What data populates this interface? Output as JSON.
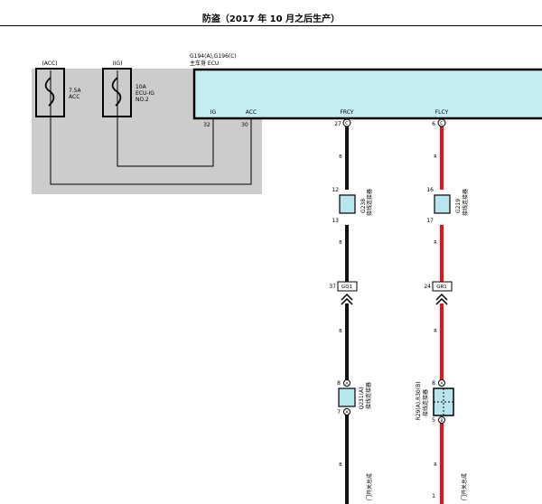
{
  "page": {
    "title": "防盗（2017 年 10 月之后生产）"
  },
  "fuses": [
    {
      "tag": "(ACC)",
      "line1": "7.5A",
      "line2": "ACC",
      "line3": ""
    },
    {
      "tag": "(IG)",
      "line1": "10A",
      "line2": "ECU-IG",
      "line3": "NO.2"
    }
  ],
  "ecu": {
    "connectors": "G194(A),G196(C)",
    "name": "主车身 ECU",
    "pin_ig_name": "IG",
    "pin_ig_num": "32",
    "pin_acc_name": "ACC",
    "pin_acc_num": "30",
    "frcy_name": "FRCY",
    "frcy_pin": "27",
    "frcy_cav": "C",
    "flcy_name": "FLCY",
    "flcy_pin": "6",
    "flcy_cav": "C"
  },
  "left_branch": {
    "wire_color": "B",
    "conn1_top": "12",
    "conn1_bottom": "13",
    "conn1_code": "G238",
    "conn1_desc": "接线连接器",
    "inline_pin": "37",
    "inline_code": "GQ1",
    "conn2_top": "8",
    "conn2_top_cav": "A",
    "conn2_bottom": "7",
    "conn2_bottom_cav": "A",
    "conn2_code": "Q231(A)",
    "conn2_desc": "接线连接器",
    "bottom_label": "门开关总成"
  },
  "right_branch": {
    "wire_color": "R",
    "conn1_top": "16",
    "conn1_bottom": "17",
    "conn1_code": "G219",
    "conn1_desc": "接线连接器",
    "inline_pin": "24",
    "inline_code": "GR1",
    "conn2_top": "8",
    "conn2_top_cav": "A",
    "conn2_bottom": "5",
    "conn2_bottom_cav": "B",
    "conn2_code": "R29(A),R30(B)",
    "conn2_desc": "接线连接器",
    "bottom_label": "门开关总成",
    "bottom_pin": "1"
  },
  "colors": {
    "wire_black": "#111111",
    "wire_red": "#ee1111",
    "ecu_fill": "#c5eef2",
    "panel_gray": "#cccccc",
    "connector_fill": "#b9e6ee"
  }
}
